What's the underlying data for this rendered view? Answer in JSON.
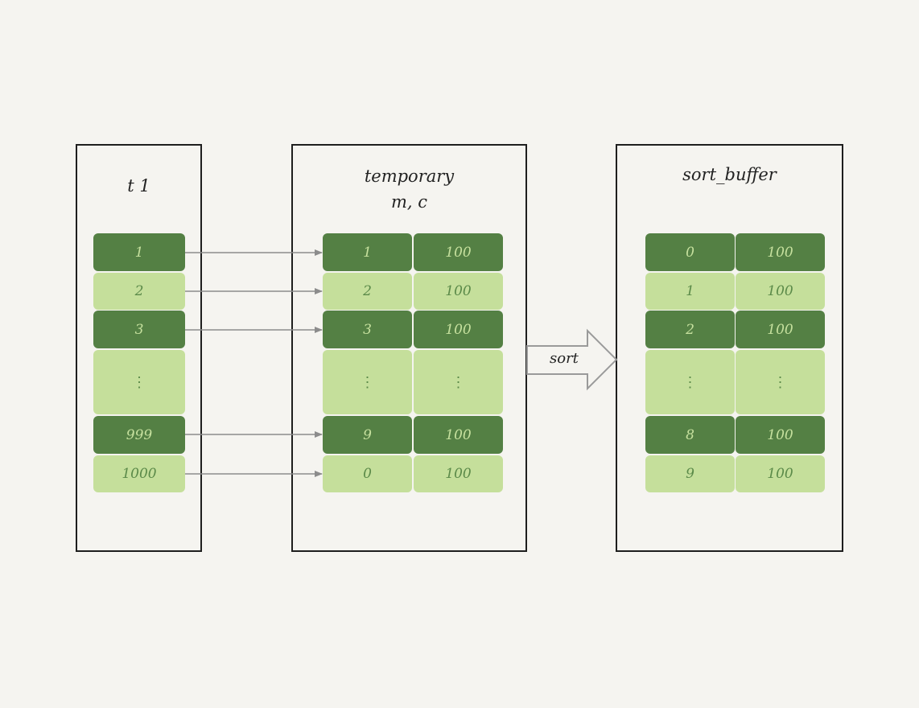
{
  "panels": {
    "t1": {
      "title": "t 1",
      "rows": [
        "1",
        "2",
        "3",
        "⋮",
        "999",
        "1000"
      ]
    },
    "temporary": {
      "title_line1": "temporary",
      "title_line2": "m, c",
      "rows": [
        [
          "1",
          "100"
        ],
        [
          "2",
          "100"
        ],
        [
          "3",
          "100"
        ],
        [
          "⋮",
          "⋮"
        ],
        [
          "9",
          "100"
        ],
        [
          "0",
          "100"
        ]
      ]
    },
    "sort_buffer": {
      "title": "sort_buffer",
      "rows": [
        [
          "0",
          "100"
        ],
        [
          "1",
          "100"
        ],
        [
          "2",
          "100"
        ],
        [
          "⋮",
          "⋮"
        ],
        [
          "8",
          "100"
        ],
        [
          "9",
          "100"
        ]
      ]
    }
  },
  "sort_arrow": {
    "label": "sort"
  },
  "colors": {
    "dark_fill": "#548044",
    "light_fill": "#c5df9b",
    "connector": "#8c8c8c"
  }
}
